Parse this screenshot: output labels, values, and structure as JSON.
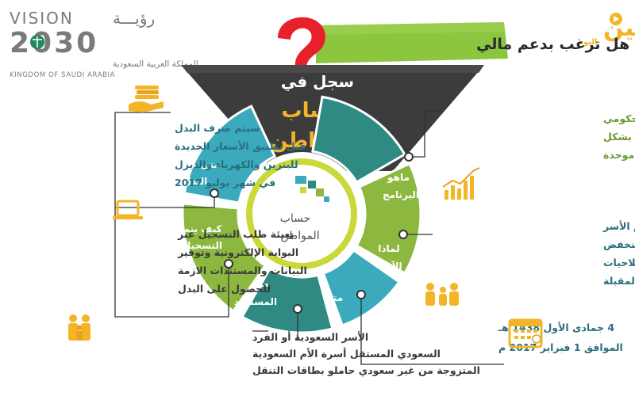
{
  "branding": {
    "vision_label": "VISION",
    "vision_arabic": "رؤيـــة",
    "vision_year": "2030",
    "kingdom_arabic": "المملكة العربية السعودية",
    "kingdom_english": "KINGDOM OF SAUDI ARABIA",
    "channel_logo_arabic": "عين",
    "channel_logo_sub": "اليوم"
  },
  "banner": {
    "question": "هل ترغب بدعم مالي"
  },
  "funnel": {
    "line1": "سجل في",
    "line2": "حساب",
    "line3": "المواطن"
  },
  "center_logo": {
    "line1": "حساب",
    "line2": "المواطن"
  },
  "segments": [
    {
      "id": "when-disburse",
      "label_line1": "متى صرف",
      "label_line2": "البدل",
      "color": "#3aaabc"
    },
    {
      "id": "how-register",
      "label_line1": "كيف يتم",
      "label_line2": "التسجيل",
      "color": "#8cb83f"
    },
    {
      "id": "beneficiary",
      "label_line1": "من",
      "label_line2": "المستفيد",
      "color": "#2f8a83"
    },
    {
      "id": "when",
      "label_line1": "متى",
      "label_line2": "",
      "color": "#3aaabc"
    },
    {
      "id": "why-now",
      "label_line1": "لماذا",
      "label_line2": "الآن",
      "color": "#8cb83f"
    },
    {
      "id": "what-program",
      "label_line1": "ماهو",
      "label_line2": "البرنامج",
      "color": "#2f8a83"
    }
  ],
  "info": {
    "disburse": [
      "سيتم صرف البدل",
      "قبل تطبيق الأسعار الجديدة",
      "للبنزين والكهرباء والديزل",
      "في شهر يوليو 2017"
    ],
    "register": [
      "تعبئة طلب التسجيل عبر",
      "البوابة الإلكترونية وتوفير",
      "البيانات والمستندات الازمة",
      "للحصول على البدل"
    ],
    "beneficiary": [
      "الأسر السعودية أو الفرد",
      "السعودي المستقل أسرة الأم السعودية",
      "المتزوجة من غير سعودي حاملو بطاقات التنقل"
    ],
    "program": [
      "رفع كفاءة الدعم الحكومي",
      "للمواطنين المستحقين بشكل",
      "مباشر عبر منصة موحدة"
    ],
    "why": [
      "لإدراكنا أهمية دعم الأسر",
      "خصوصاً ذوي الدخل المنخفض",
      "في تحمل أعباء الإصلاحيات",
      "الإقتصادية المقبلة"
    ],
    "when": [
      "4 جمادى الأول 1438 هـ",
      "الموافق 1 فبراير 2017 م"
    ]
  },
  "colors": {
    "teal": "#3aaabc",
    "green": "#8cb83f",
    "dark_teal": "#2f8a83",
    "banner_green": "#8cc63f",
    "accent_red": "#e8202a",
    "funnel_dark": "#3c3c3c",
    "gold": "#f3b526"
  },
  "icons": [
    "coins-hand-icon",
    "laptop-icon",
    "family-icon",
    "bar-chart-icon",
    "family-icon",
    "calendar-icon",
    "question-mark-icon"
  ]
}
